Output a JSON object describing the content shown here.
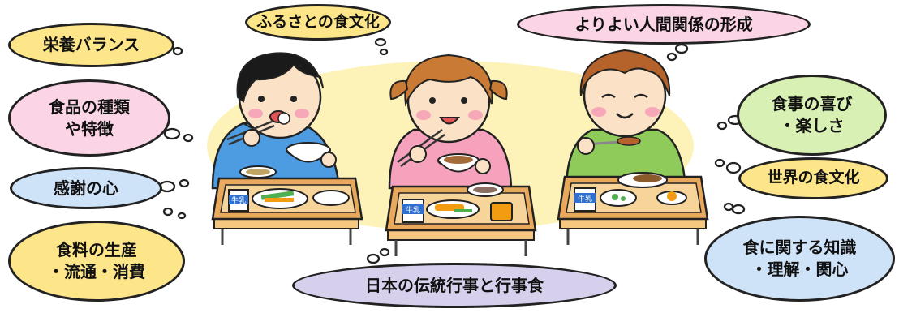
{
  "bubbles": {
    "balance": {
      "line1": "栄養バランス",
      "color": "#fde68a"
    },
    "furusato": {
      "line1": "ふるさとの食文化",
      "color": "#fde68a"
    },
    "relations": {
      "line1": "よりよい人間関係の形成",
      "color": "#fbd5e6"
    },
    "shokuhin": {
      "line1": "食品の種類",
      "line2": "や特徴",
      "color": "#fbd5e6"
    },
    "yorokobi": {
      "line1": "食事の喜び",
      "line2": "・楽しさ",
      "color": "#d8f0b3"
    },
    "kansha": {
      "line1": "感謝の心",
      "color": "#cfe3f8"
    },
    "sekai": {
      "line1": "世界の食文化",
      "color": "#fde68a"
    },
    "shokuryo": {
      "line1": "食料の生産",
      "line2": "・流通・消費",
      "color": "#fde68a"
    },
    "chishiki": {
      "line1": "食に関する知識",
      "line2": "・理解・関心",
      "color": "#cfe3f8"
    },
    "gyoji": {
      "line1": "日本の伝統行事と行事食",
      "color": "#d6d0ec"
    }
  },
  "tray_labels": {
    "left": "牛乳",
    "center": "牛乳",
    "right": "牛乳"
  }
}
